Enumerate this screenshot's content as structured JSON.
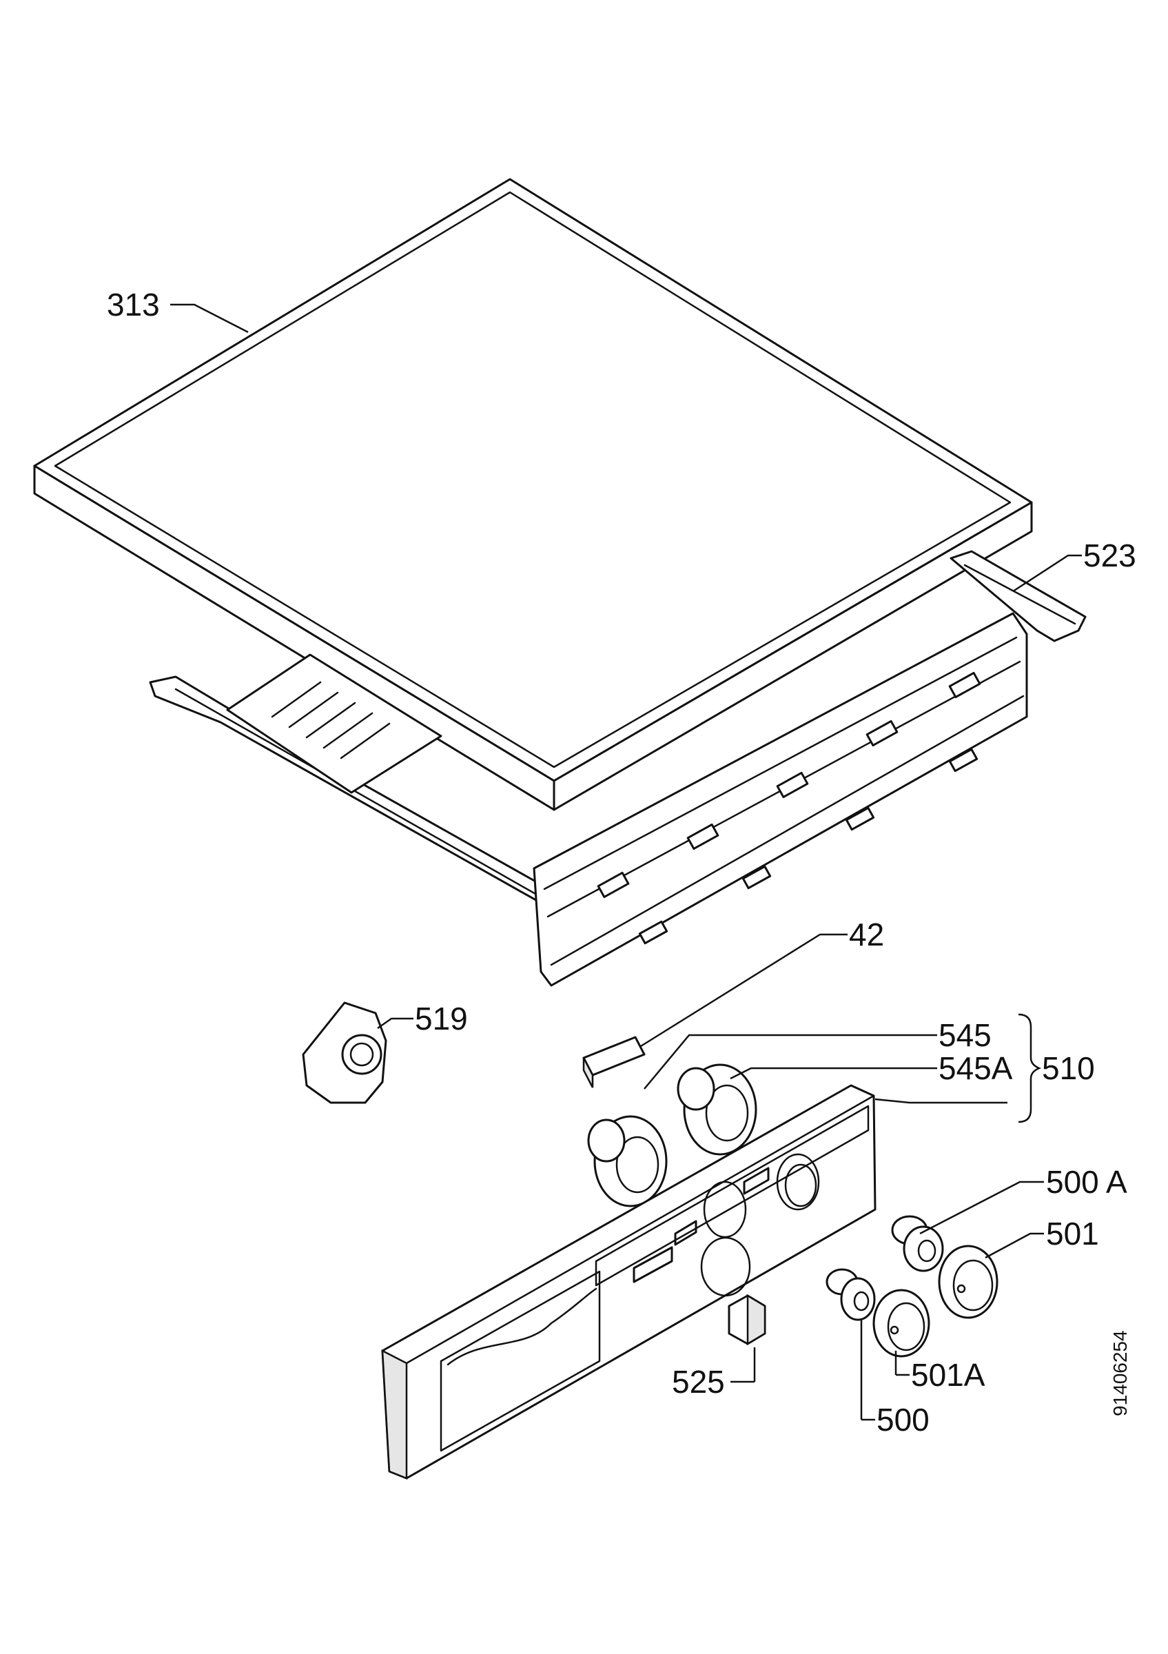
{
  "labels": {
    "p313": "313",
    "p523": "523",
    "p42": "42",
    "p519": "519",
    "p545": "545",
    "p545a": "545A",
    "p510": "510",
    "p500a": "500 A",
    "p501": "501",
    "p501a": "501A",
    "p525": "525",
    "p500": "500",
    "doc_code": "91406254"
  },
  "colors": {
    "line": "#111111",
    "background": "#ffffff",
    "shade": "#e6e6e6"
  }
}
